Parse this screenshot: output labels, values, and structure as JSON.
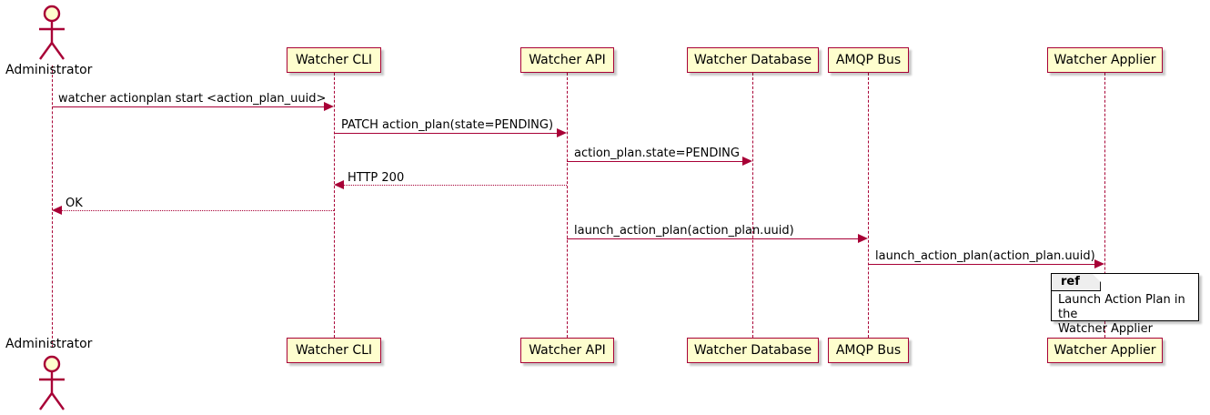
{
  "diagram": {
    "type": "uml-sequence-diagram",
    "colors": {
      "accent": "#A80036",
      "participant_fill": "#FEFECE",
      "ref_fill": "#FFFFFF",
      "ref_tab_fill": "#EEEEEE",
      "text": "#000000",
      "background": "#FFFFFF"
    },
    "actors": [
      {
        "name": "Administrator",
        "label": "Administrator"
      }
    ],
    "participants": [
      {
        "id": "cli",
        "label": "Watcher CLI"
      },
      {
        "id": "api",
        "label": "Watcher API"
      },
      {
        "id": "db",
        "label": "Watcher Database"
      },
      {
        "id": "amqp",
        "label": "AMQP Bus"
      },
      {
        "id": "applier",
        "label": "Watcher Applier"
      }
    ],
    "messages": [
      {
        "id": "m1",
        "label": "watcher actionplan start <action_plan_uuid>",
        "from": "Administrator",
        "to": "Watcher CLI",
        "style": "solid",
        "direction": "right"
      },
      {
        "id": "m2",
        "label": "PATCH action_plan(state=PENDING)",
        "from": "Watcher CLI",
        "to": "Watcher API",
        "style": "solid",
        "direction": "right"
      },
      {
        "id": "m3",
        "label": "action_plan.state=PENDING",
        "from": "Watcher API",
        "to": "Watcher Database",
        "style": "solid",
        "direction": "right"
      },
      {
        "id": "m4",
        "label": "HTTP 200",
        "from": "Watcher API",
        "to": "Watcher CLI",
        "style": "dotted",
        "direction": "left"
      },
      {
        "id": "m5",
        "label": "OK",
        "from": "Watcher CLI",
        "to": "Administrator",
        "style": "dotted",
        "direction": "left"
      },
      {
        "id": "m6",
        "label": "launch_action_plan(action_plan.uuid)",
        "from": "Watcher API",
        "to": "AMQP Bus",
        "style": "solid",
        "direction": "right"
      },
      {
        "id": "m7",
        "label": "launch_action_plan(action_plan.uuid)",
        "from": "AMQP Bus",
        "to": "Watcher Applier",
        "style": "solid",
        "direction": "right"
      }
    ],
    "ref_fragment": {
      "tab_label": "ref",
      "line1": "Launch Action Plan in the",
      "line2": "Watcher Applier"
    }
  }
}
